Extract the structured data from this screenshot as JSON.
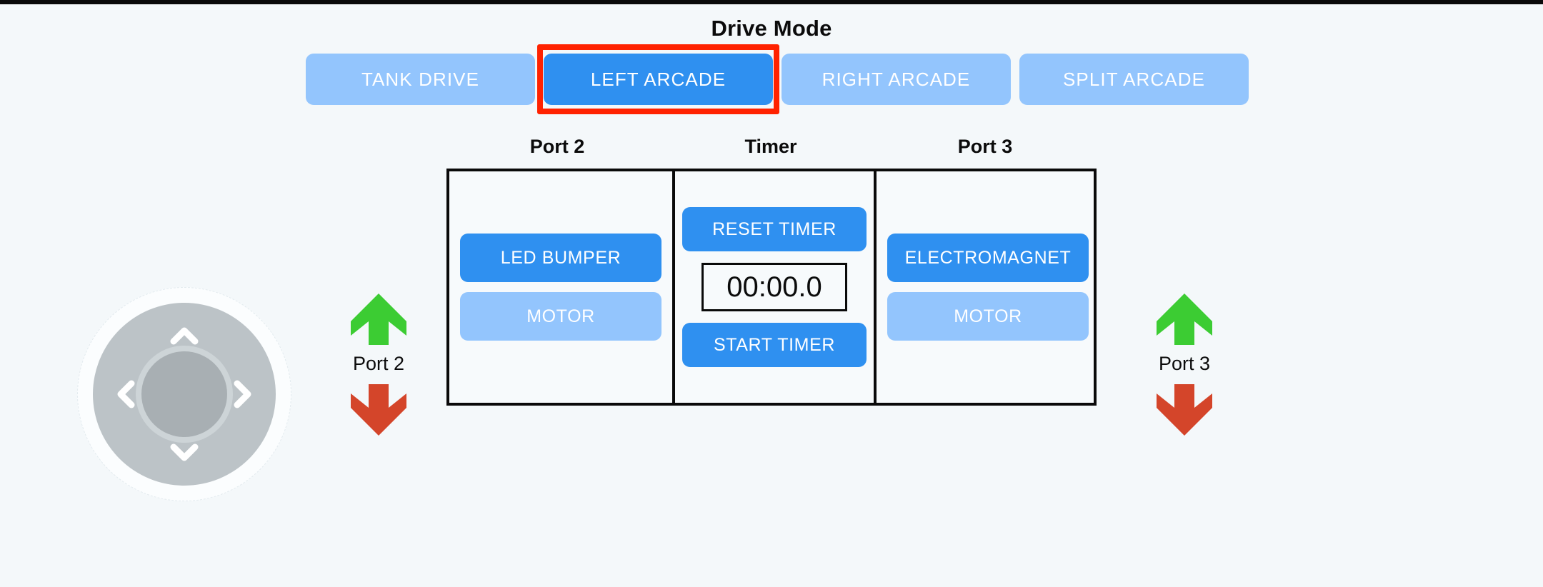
{
  "header": {
    "title": "Drive Mode"
  },
  "drive_modes": {
    "selected": "LEFT ARCADE",
    "selection_outline_color": "#ff2200",
    "active_color": "#2f90f0",
    "inactive_color": "#93c5fd",
    "options": [
      {
        "label": "TANK DRIVE",
        "active": false
      },
      {
        "label": "LEFT ARCADE",
        "active": true
      },
      {
        "label": "RIGHT ARCADE",
        "active": false
      },
      {
        "label": "SPLIT ARCADE",
        "active": false
      }
    ]
  },
  "panels": {
    "port2": {
      "header": "Port 2",
      "buttons": [
        {
          "label": "LED BUMPER",
          "state": "on"
        },
        {
          "label": "MOTOR",
          "state": "off"
        }
      ]
    },
    "timer": {
      "header": "Timer",
      "reset_label": "RESET TIMER",
      "start_label": "START TIMER",
      "display": "00:00.0"
    },
    "port3": {
      "header": "Port 3",
      "buttons": [
        {
          "label": "ELECTROMAGNET",
          "state": "on"
        },
        {
          "label": "MOTOR",
          "state": "off"
        }
      ]
    }
  },
  "dpad": {
    "name": "directional-pad",
    "ring_color": "#bcc3c7",
    "hub_color": "#a8afb3",
    "arrow_color": "#ffffff"
  },
  "port_controls": [
    {
      "label": "Port 2",
      "up_color": "#3ccc33",
      "down_color": "#d4452a"
    },
    {
      "label": "Port 3",
      "up_color": "#3ccc33",
      "down_color": "#d4452a"
    }
  ],
  "theme": {
    "background": "#f4f8fa",
    "panel_border": "#0a0a0a",
    "text": "#0b0b0b"
  }
}
